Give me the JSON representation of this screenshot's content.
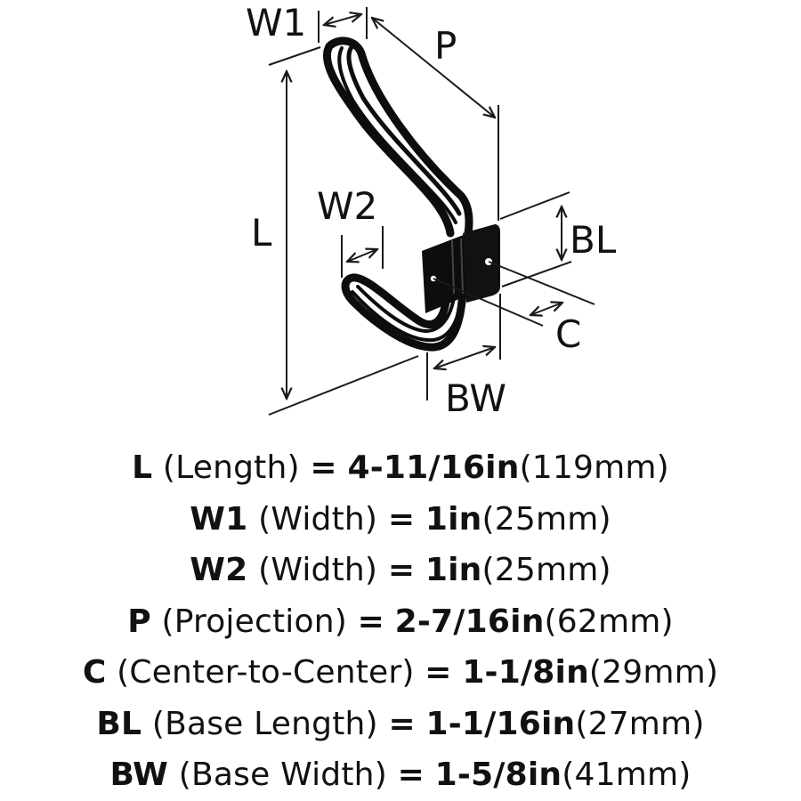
{
  "diagram": {
    "labels": {
      "w1": "W1",
      "p": "P",
      "l": "L",
      "w2": "W2",
      "bl": "BL",
      "c": "C",
      "bw": "BW"
    },
    "icons": {
      "hook": "double-wire-coat-hook",
      "arrow": "dimension-arrow"
    },
    "colors": {
      "product": "#0d0d0d",
      "lines": "#1a1a1a",
      "background": "#ffffff"
    }
  },
  "specs": [
    {
      "code": "L",
      "desc": "(Length)",
      "eq": "=",
      "imperial": "4-11/16in",
      "metric": "(119mm)"
    },
    {
      "code": "W1",
      "desc": "(Width)",
      "eq": "=",
      "imperial": "1in",
      "metric": "(25mm)"
    },
    {
      "code": "W2",
      "desc": "(Width)",
      "eq": "=",
      "imperial": "1in",
      "metric": "(25mm)"
    },
    {
      "code": "P",
      "desc": "(Projection)",
      "eq": "=",
      "imperial": "2-7/16in",
      "metric": "(62mm)"
    },
    {
      "code": "C",
      "desc": "(Center-to-Center)",
      "eq": "=",
      "imperial": "1-1/8in",
      "metric": "(29mm)"
    },
    {
      "code": "BL",
      "desc": "(Base Length)",
      "eq": "=",
      "imperial": "1-1/16in",
      "metric": "(27mm)"
    },
    {
      "code": "BW",
      "desc": "(Base Width)",
      "eq": "=",
      "imperial": "1-5/8in",
      "metric": "(41mm)"
    }
  ]
}
